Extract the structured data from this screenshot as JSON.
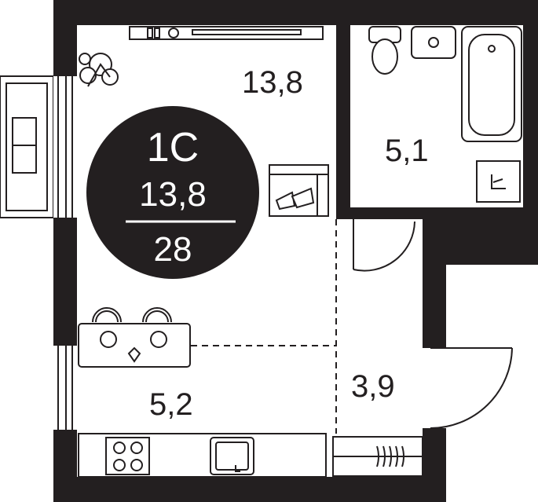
{
  "unit": {
    "type": "1С",
    "living_area": "13,8",
    "total_area": "28"
  },
  "rooms": [
    {
      "label": "13,8"
    },
    {
      "label": "5,1"
    },
    {
      "label": "5,2"
    },
    {
      "label": "3,9"
    }
  ],
  "colors": {
    "wall": "#231f20",
    "badge_fill": "#231f20",
    "badge_text": "#ffffff",
    "background": "#ffffff"
  }
}
